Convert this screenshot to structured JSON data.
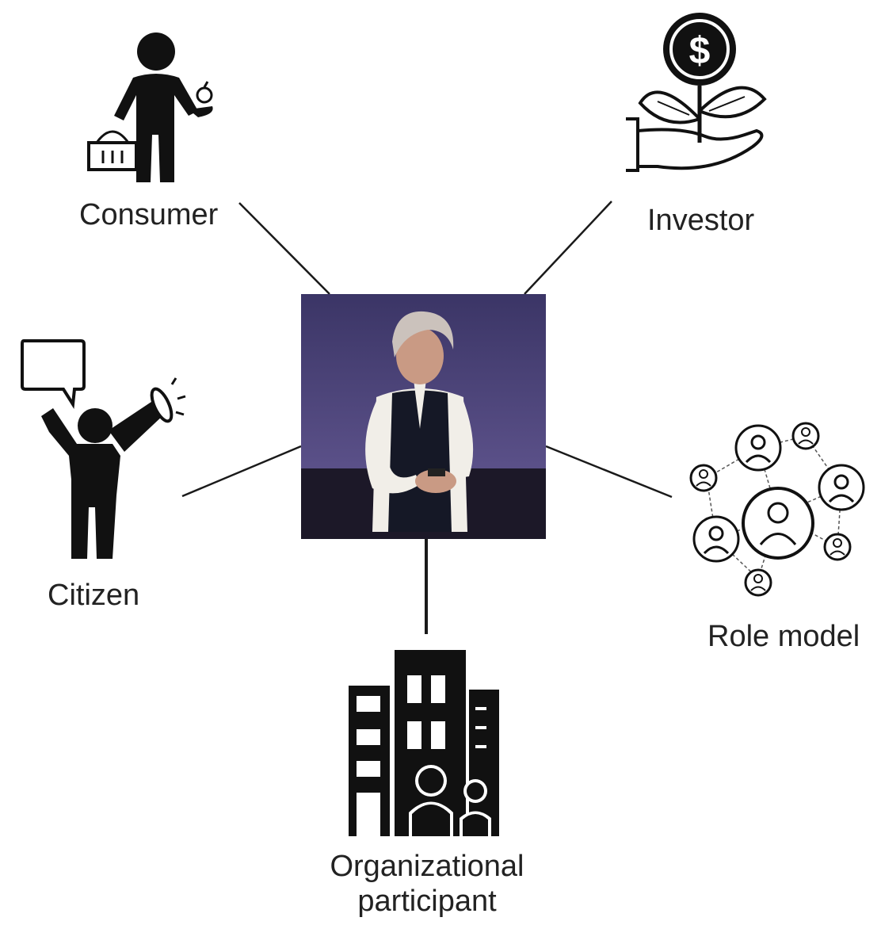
{
  "roles": {
    "consumer": "Consumer",
    "investor": "Investor",
    "citizen": "Citizen",
    "role_model": "Role model",
    "organizational_line1": "Organizational",
    "organizational_line2": "participant"
  },
  "icons": {
    "consumer": "consumer-with-basket-and-apple-icon",
    "investor": "hand-holding-dollar-plant-icon",
    "citizen": "person-with-megaphone-and-speech-bubble-icon",
    "role_model": "people-network-icon",
    "organizational": "office-buildings-with-people-icon"
  },
  "center": {
    "photo": "person-on-stage-photo"
  },
  "colors": {
    "line": "#1a1a1a",
    "icon": "#111111",
    "text": "#222222",
    "photo_bg": "#4a4170"
  }
}
